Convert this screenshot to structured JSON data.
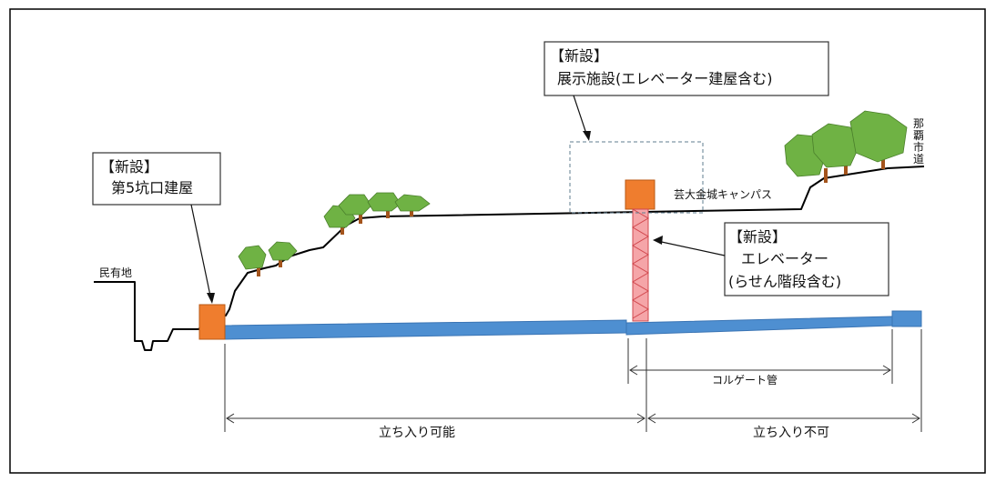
{
  "callouts": {
    "adit": {
      "tag": "【新設】",
      "line1": "第5坑口建屋"
    },
    "exhibition": {
      "tag": "【新設】",
      "line1": "展示施設(エレベーター建屋含む)"
    },
    "elevator": {
      "tag": "【新設】",
      "line1": "エレベーター",
      "line2": "(らせん階段含む)"
    }
  },
  "labels": {
    "private_land": "民有地",
    "campus": "芸大金城キャンパス",
    "city_road_chars": [
      "那",
      "覇",
      "市",
      "道"
    ],
    "corrugated_pipe": "コルゲート管",
    "access_possible": "立ち入り可能",
    "access_prohibited": "立ち入り不可"
  },
  "colors": {
    "tunnel": "#4e8fd1",
    "new_structure": "#ef7d2e",
    "elevator_shaft": "#f5a5a8",
    "tree": "#6fb244",
    "trunk": "#a4541c"
  }
}
